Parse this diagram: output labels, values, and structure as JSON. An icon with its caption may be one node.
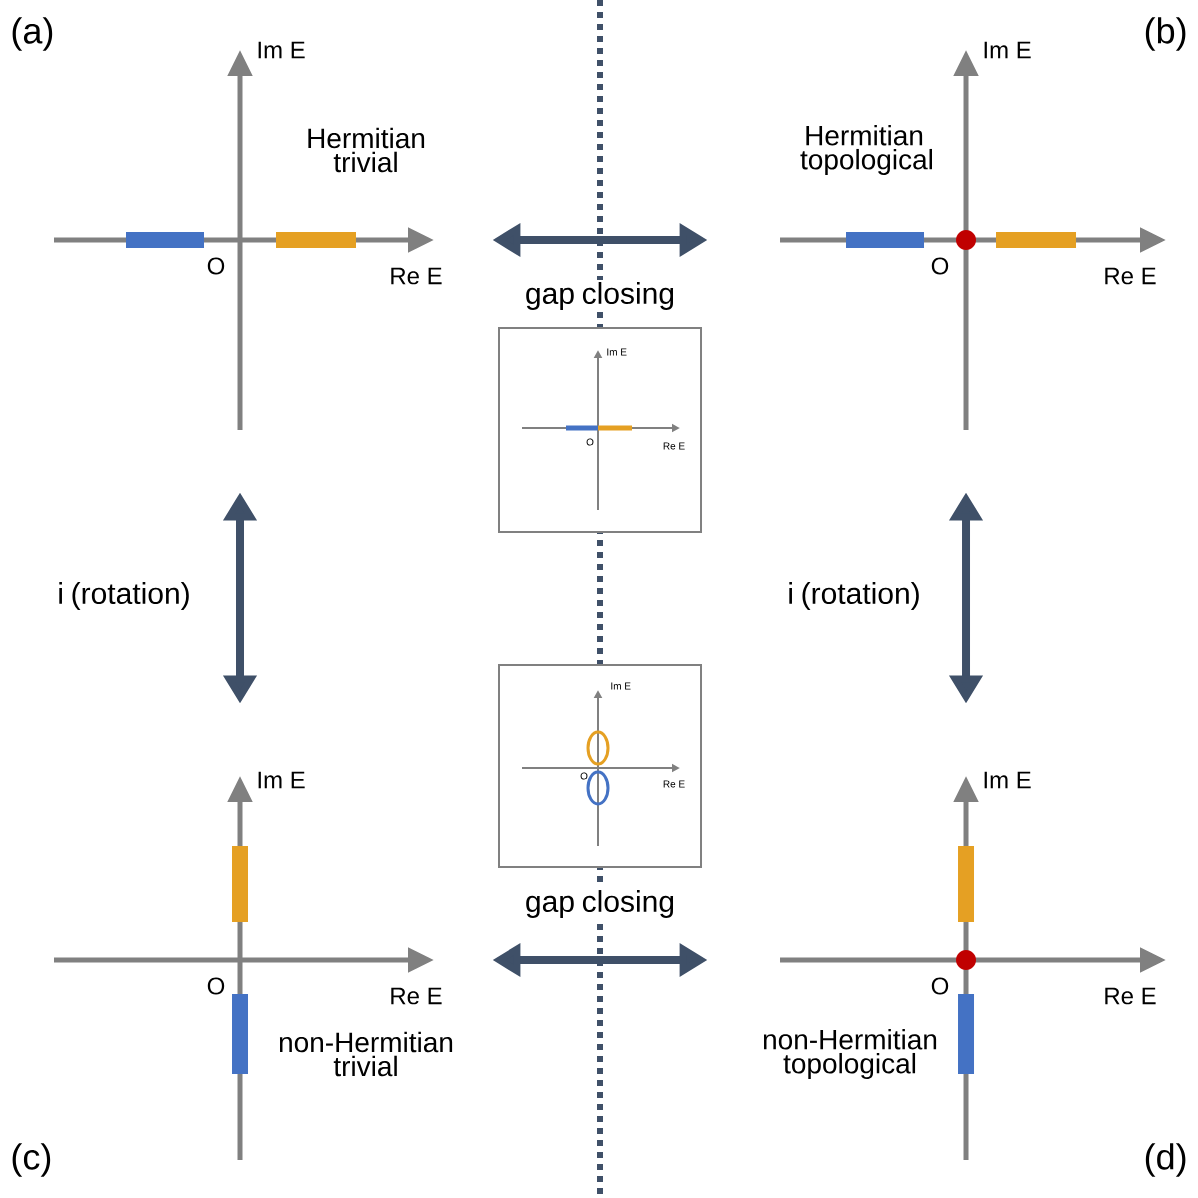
{
  "diagram": {
    "nodes": [
      {
        "text": [
          "Im E",
          "Hermitian trivial",
          "O",
          "Re E"
        ],
        "beside": [
          "(a)"
        ]
      },
      {
        "text": [
          "Im E",
          "Hermitian topological",
          "O",
          "Re E"
        ],
        "beside": [
          "(b)"
        ]
      },
      {
        "text": [
          "Im E",
          "O",
          "Re E"
        ]
      },
      {
        "text": [
          "Im E",
          "O",
          "Re E"
        ]
      },
      {
        "text": [
          "Im E",
          "O",
          "Re E",
          "non-Hermitian trivial"
        ],
        "beside": [
          "(c)"
        ]
      },
      {
        "text": [
          "Im E",
          "O",
          "Re E",
          "non-Hermitian topological"
        ],
        "beside": [
          "(d)"
        ]
      }
    ],
    "edges": [
      {
        "from": 0,
        "to": 1,
        "arrow": "both",
        "label": "gap closing"
      },
      {
        "from": 0,
        "to": 4,
        "arrow": "both",
        "label": "i (rotation)"
      },
      {
        "from": 1,
        "to": 5,
        "arrow": "both",
        "label": "i (rotation)"
      },
      {
        "from": 4,
        "to": 5,
        "arrow": "both",
        "label": "gap closing"
      }
    ]
  }
}
